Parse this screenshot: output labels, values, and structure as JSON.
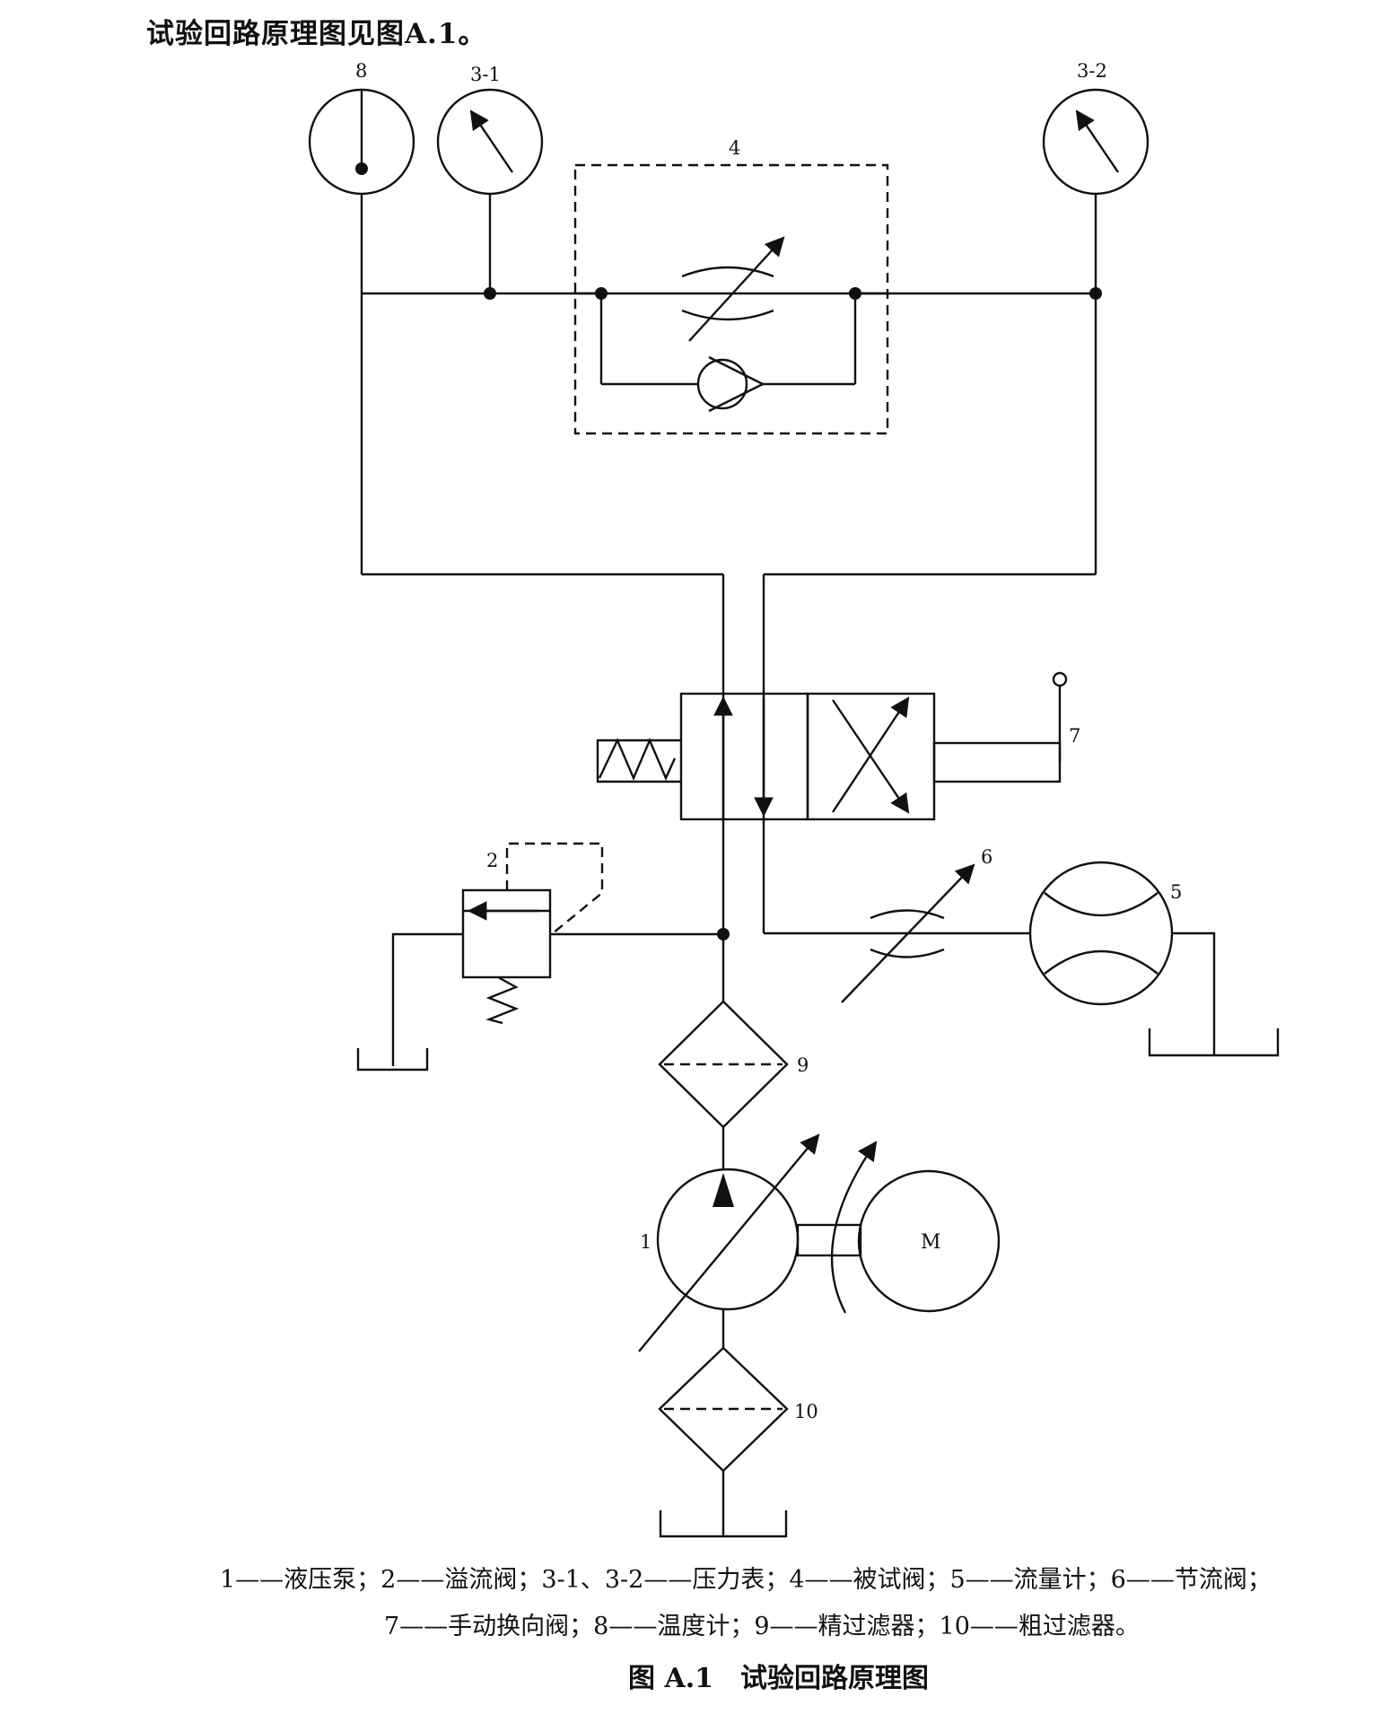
{
  "intro_text": "试验回路原理图见图A.1。",
  "component_labels": {
    "temp_gauge": "8",
    "pressure_gauge_1": "3-1",
    "pressure_gauge_2": "3-2",
    "tested_valve": "4",
    "handle_valve": "7",
    "relief_valve": "2",
    "throttle_valve": "6",
    "flow_meter": "5",
    "fine_filter": "9",
    "pump": "1",
    "motor": "M",
    "coarse_filter": "10"
  },
  "legend": {
    "line1": "1——液压泵；2——溢流阀；3-1、3-2——压力表；4——被试阀；5——流量计；6——节流阀；",
    "line2": "7——手动换向阀；8——温度计；9——精过滤器；10——粗过滤器。"
  },
  "caption": "图 A.1　试验回路原理图"
}
